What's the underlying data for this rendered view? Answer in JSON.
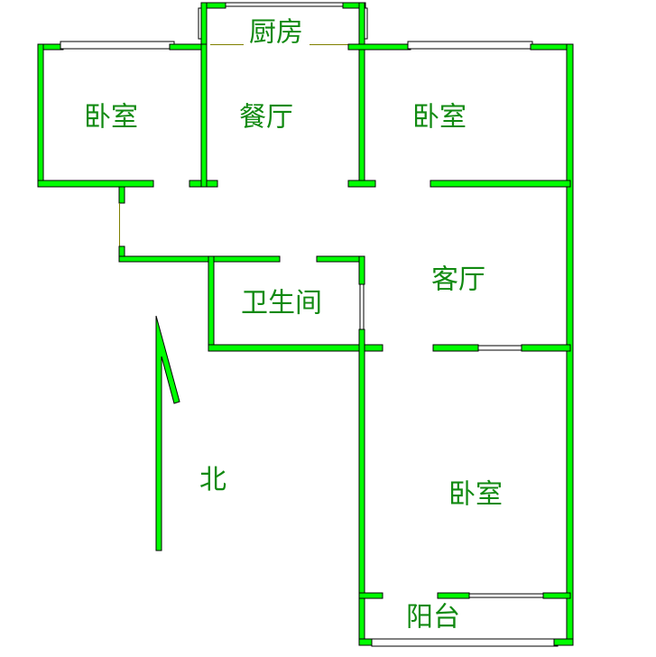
{
  "plan": {
    "rooms": {
      "bedroom_nw": "卧室",
      "dining": "餐厅",
      "kitchen": "厨房",
      "bedroom_ne": "卧室",
      "living": "客厅",
      "bathroom": "卫生间",
      "bedroom_se": "卧室",
      "balcony": "阳台"
    },
    "compass": "北"
  },
  "colors": {
    "wall": "#00ff00",
    "label": "#118a11"
  }
}
